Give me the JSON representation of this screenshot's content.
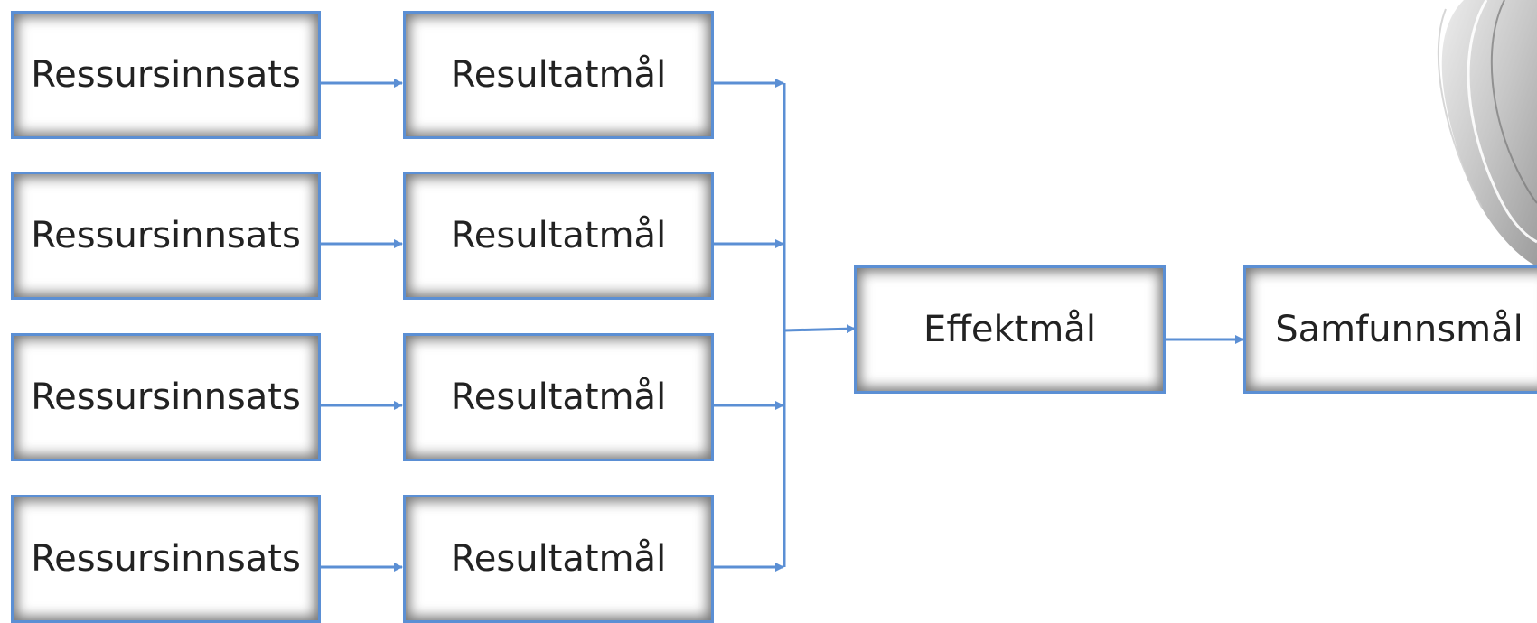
{
  "nodes": {
    "ressursinnsats": [
      "Ressursinnsats",
      "Ressursinnsats",
      "Ressursinnsats",
      "Ressursinnsats"
    ],
    "resultatmal": [
      "Resultatmål",
      "Resultatmål",
      "Resultatmål",
      "Resultatmål"
    ],
    "effektmal": "Effektmål",
    "samfunnsmal": "Samfunnsmål"
  },
  "colors": {
    "connector": "#5B8FD4",
    "box_border": "#5B8FD4"
  }
}
